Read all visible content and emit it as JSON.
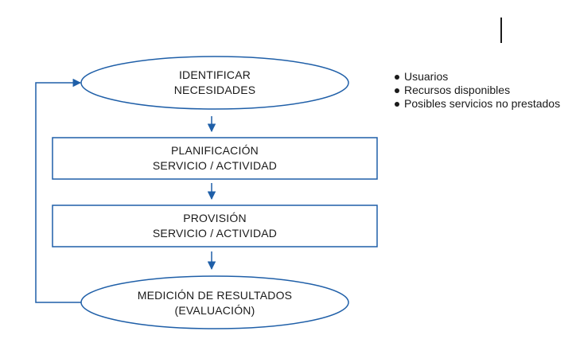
{
  "colors": {
    "stroke": "#1f5fa8",
    "text": "#1a1a1a",
    "background": "#ffffff"
  },
  "nodes": {
    "identify": {
      "line1": "IDENTIFICAR",
      "line2": "NECESIDADES"
    },
    "planning": {
      "line1": "PLANIFICACIÓN",
      "line2": "SERVICIO / ACTIVIDAD"
    },
    "provision": {
      "line1": "PROVISIÓN",
      "line2": "SERVICIO / ACTIVIDAD"
    },
    "measurement": {
      "line1": "MEDICIÓN DE RESULTADOS",
      "line2": "(EVALUACIÓN)"
    }
  },
  "bullets": [
    "Usuarios",
    "Recursos disponibles",
    "Posibles servicios no prestados"
  ]
}
